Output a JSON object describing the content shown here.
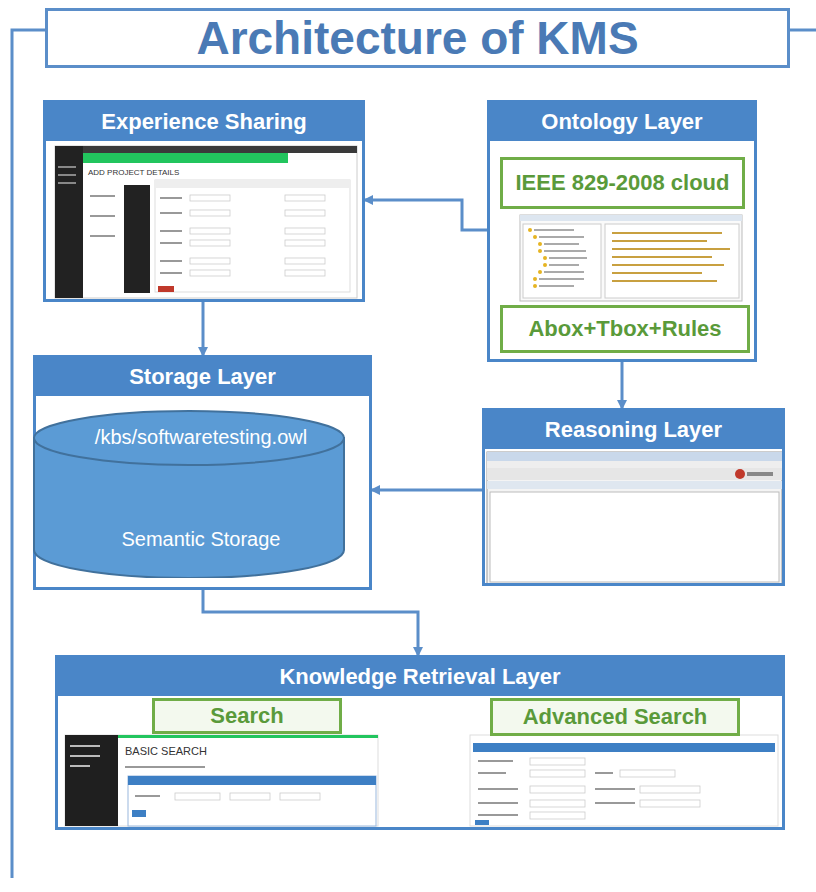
{
  "diagram": {
    "title": "Architecture of KMS",
    "nodes": [
      {
        "text": [
          "Experience Sharing"
        ]
      },
      {
        "text": [
          "Ontology Layer"
        ]
      },
      {
        "text": [
          "IEEE 829-2008 cloud"
        ],
        "in": 1
      },
      {
        "text": [
          "Abox+Tbox+Rules"
        ],
        "in": 1
      },
      {
        "text": [
          "Storage Layer"
        ]
      },
      {
        "text": [
          "/kbs/softwaretesting.owl",
          "Semantic Storage"
        ],
        "in": 4
      },
      {
        "text": [
          "Reasoning Layer"
        ]
      },
      {
        "text": [
          "Knowledge Retrieval Layer"
        ]
      },
      {
        "text": [
          "Search"
        ],
        "in": 7
      },
      {
        "text": [
          "Advanced Search"
        ],
        "in": 7
      }
    ],
    "edges": [
      {
        "from": 1,
        "to": 0,
        "arrow": "to"
      },
      {
        "from": 0,
        "to": 4,
        "arrow": "to"
      },
      {
        "from": 1,
        "to": 6,
        "arrow": "to"
      },
      {
        "from": 6,
        "to": 4,
        "arrow": "to"
      },
      {
        "from": 4,
        "to": 7,
        "arrow": "to"
      }
    ],
    "labels": [
      "ADD PROJECT DETAILS",
      "BASIC SEARCH"
    ]
  }
}
